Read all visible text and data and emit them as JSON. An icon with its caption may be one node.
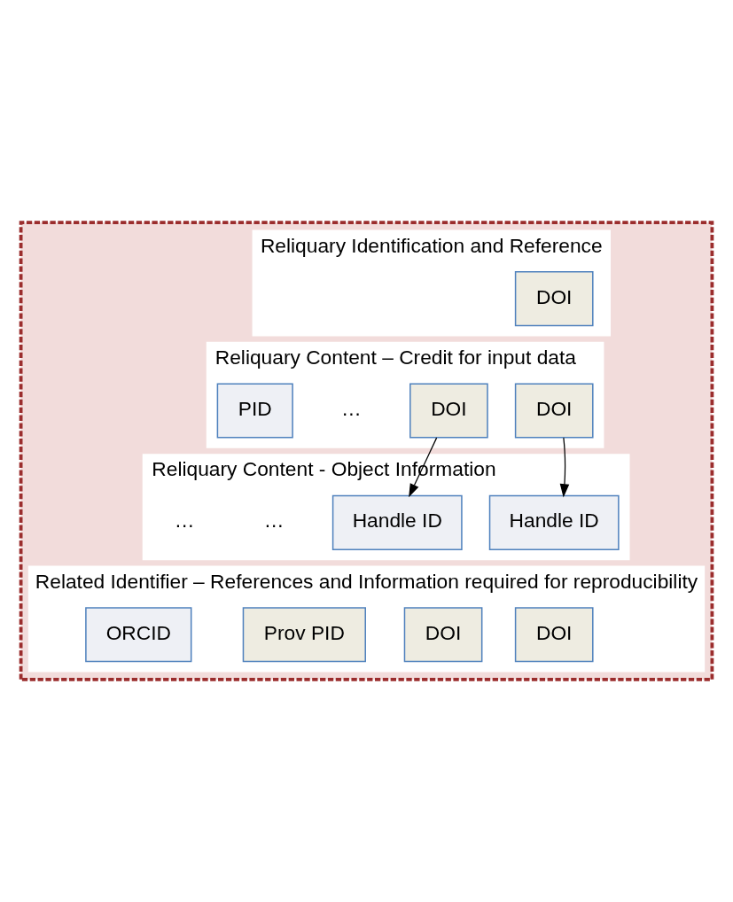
{
  "diagram": {
    "nodes": [
      {
        "text": [],
        "shape": "box"
      },
      {
        "text": [
          "Reliquary Identification and Reference"
        ],
        "in": 0
      },
      {
        "text": [
          "DOI"
        ],
        "in": 1
      },
      {
        "text": [
          "Reliquary Content – Credit for input data"
        ],
        "in": 0
      },
      {
        "text": [
          "DOI"
        ],
        "in": 3
      },
      {
        "text": [
          "DOI"
        ],
        "in": 3
      },
      {
        "text": [
          "PID"
        ],
        "in": 3
      },
      {
        "text": [
          "Reliquary Content - Object Information"
        ],
        "in": 0
      },
      {
        "text": [
          "Handle ID"
        ],
        "in": 7
      },
      {
        "text": [
          "Handle ID"
        ],
        "in": 7
      },
      {
        "text": [
          "Related Identifier – References and Information required for reproducibility"
        ],
        "in": 0
      },
      {
        "text": [
          "DOI"
        ],
        "in": 10
      },
      {
        "text": [
          "DOI"
        ],
        "in": 10
      },
      {
        "text": [
          "Prov PID"
        ],
        "in": 10
      },
      {
        "text": [
          "ORCID"
        ],
        "in": 10
      }
    ],
    "edges": [
      {
        "from": 4,
        "to": 8,
        "arrow": "to"
      },
      {
        "from": 5,
        "to": 9,
        "arrow": "to"
      }
    ],
    "labels": [
      "…",
      "…",
      "…"
    ]
  }
}
